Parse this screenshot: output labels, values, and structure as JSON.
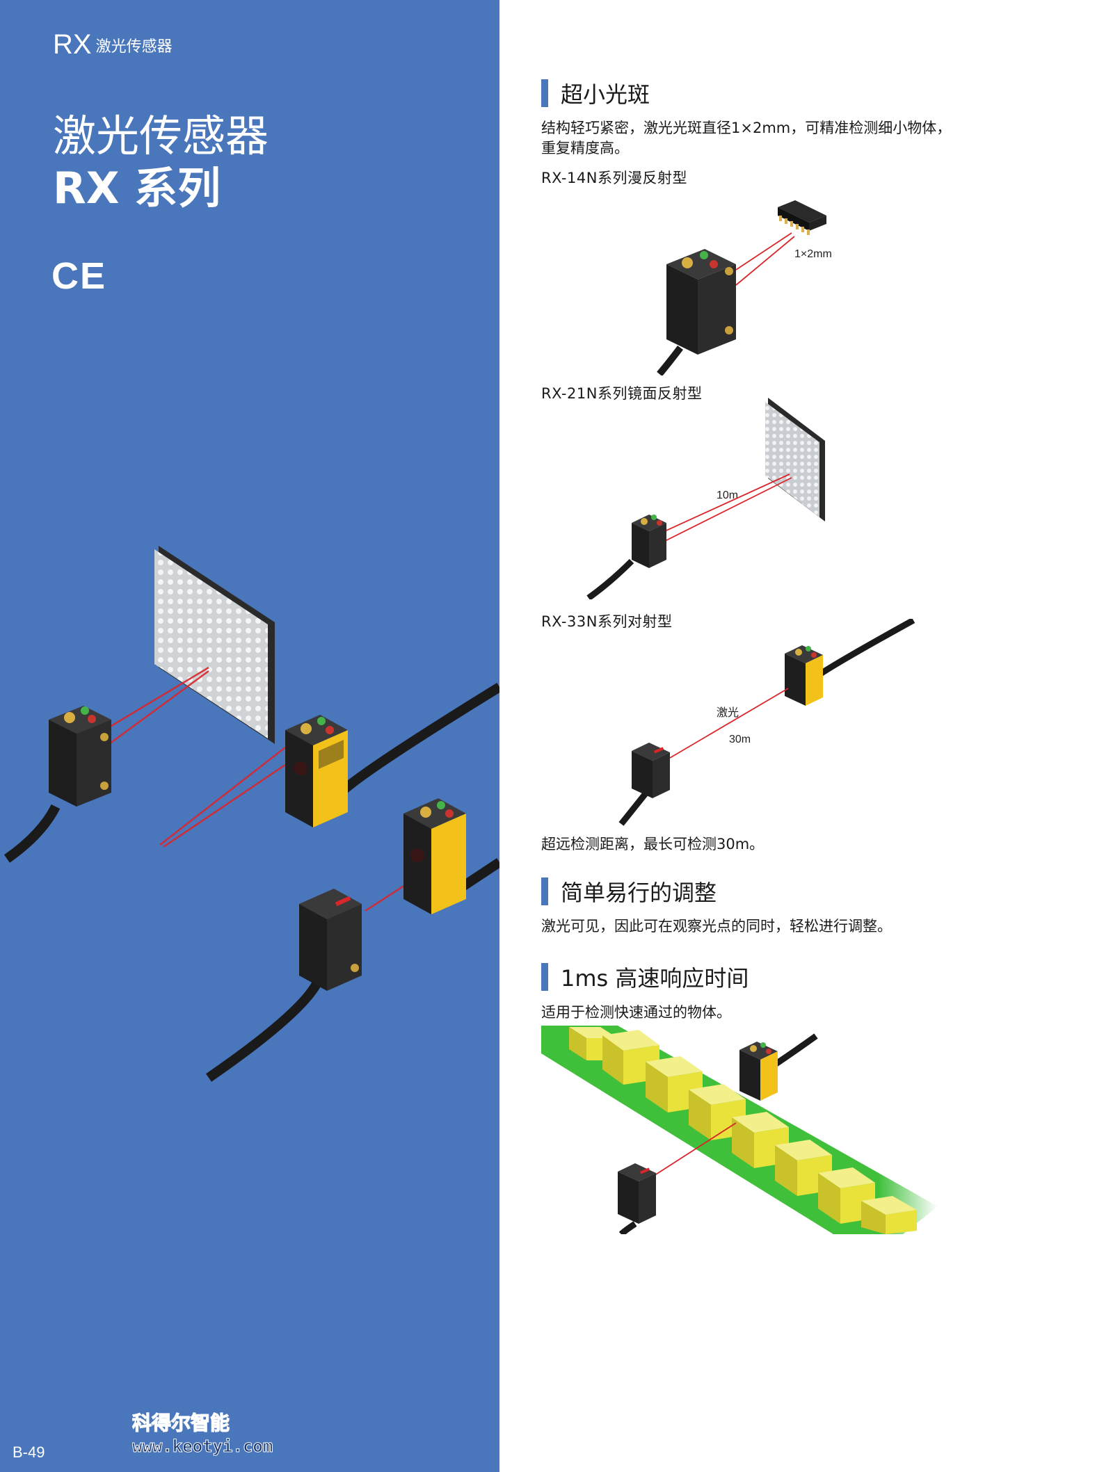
{
  "header": {
    "series_code": "RX",
    "series_desc": "激光传感器"
  },
  "hero": {
    "title": "激光传感器",
    "subtitle": "RX 系列",
    "cert_mark": "CE"
  },
  "features": [
    {
      "heading": "超小光斑",
      "description": "结构轻巧紧密，激光光斑直径1×2mm，可精准检测细小物体，重复精度高。",
      "variants": [
        {
          "label": "RX-14N系列漫反射型",
          "annotation": "1×2mm"
        },
        {
          "label": "RX-21N系列镜面反射型",
          "annotation": "10m"
        },
        {
          "label": "RX-33N系列对射型",
          "annotation_1": "激光",
          "annotation_2": "30m"
        }
      ],
      "footnote": "超远检测距离，最长可检测30m。"
    },
    {
      "heading": "简单易行的调整",
      "description": "激光可见，因此可在观察光点的同时，轻松进行调整。"
    },
    {
      "heading": "1ms 高速响应时间",
      "description": "适用于检测快速通过的物体。"
    }
  ],
  "footer": {
    "page_number": "B-49",
    "watermark_name": "科得尔智能",
    "watermark_url": "www.keotyi.com"
  },
  "colors": {
    "panel_blue": "#4a76bb",
    "laser_red": "#d9262b",
    "sensor_black": "#1e1e1e",
    "warning_yellow": "#f2c21b",
    "conveyor_green": "#3fbf3a",
    "block_yellow": "#e9e23a"
  }
}
